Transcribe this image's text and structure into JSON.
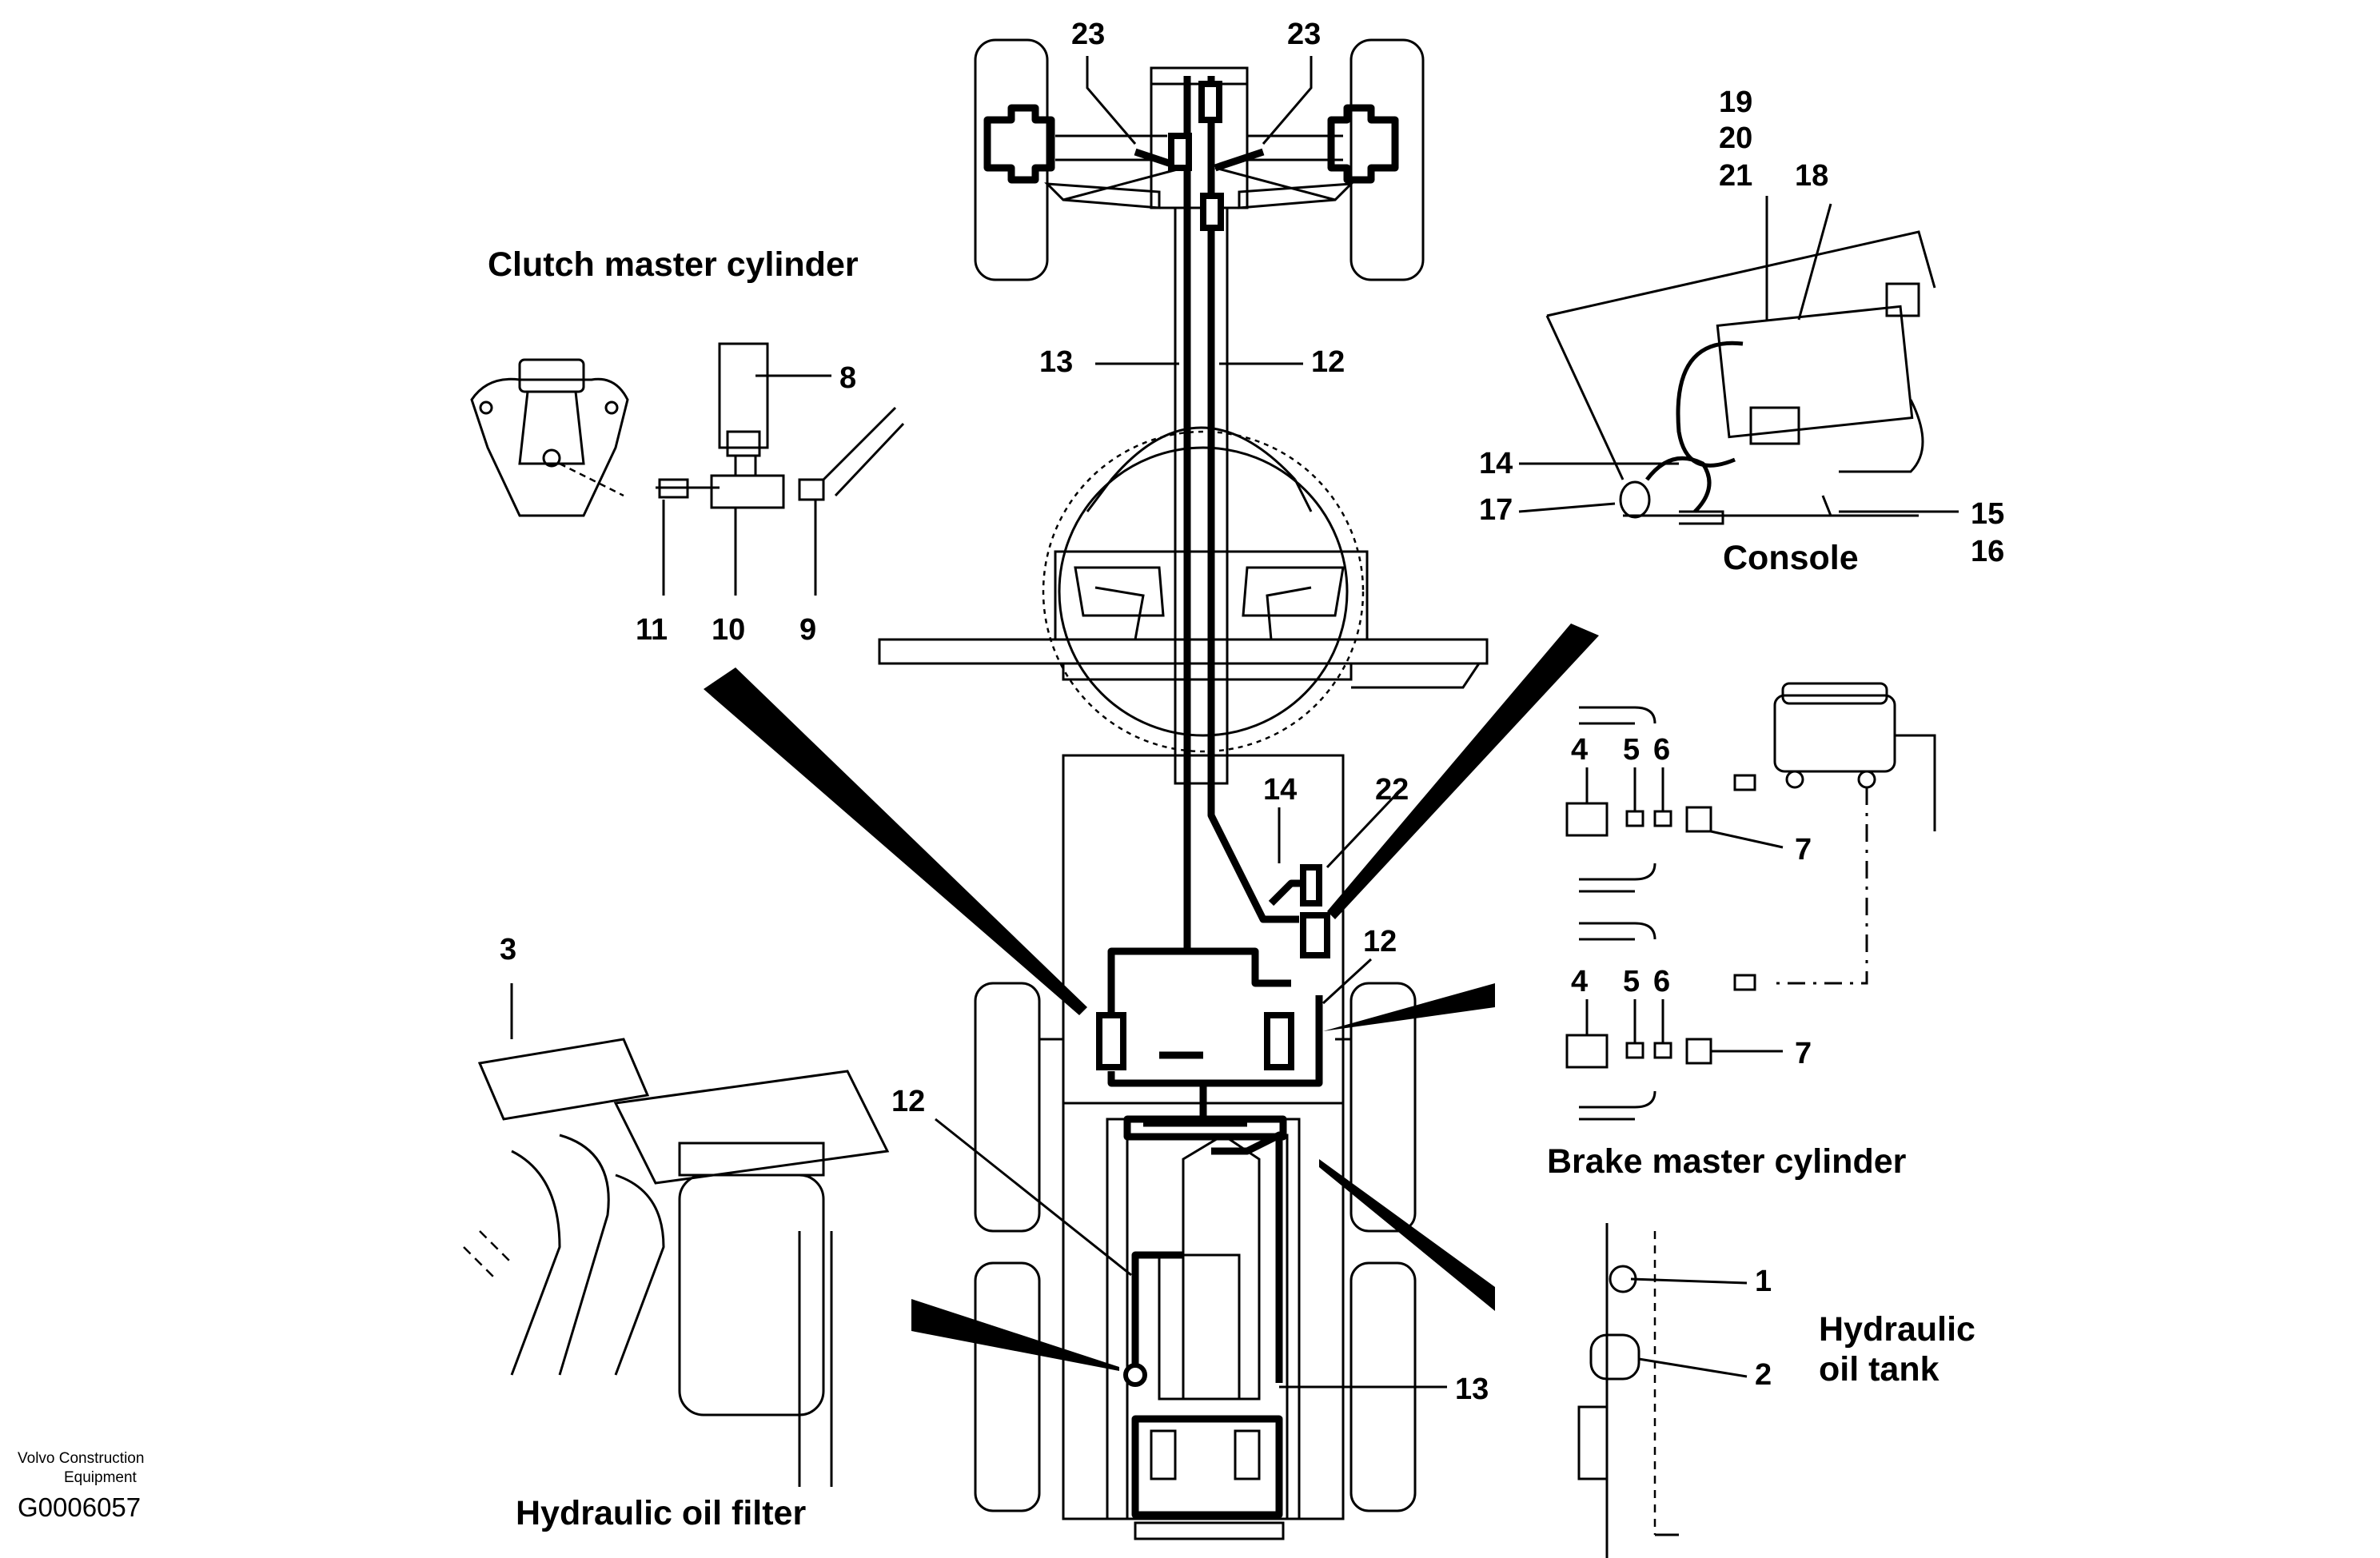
{
  "titles": {
    "clutch": "Clutch master cylinder",
    "console": "Console",
    "brake": "Brake master cylinder",
    "filter": "Hydraulic oil filter",
    "tank_line1": "Hydraulic",
    "tank_line2": "oil tank"
  },
  "footer": {
    "brand_line1": "Volvo Construction",
    "brand_line2": "Equipment",
    "figure_code": "G0006057"
  },
  "callouts": {
    "c1": "1",
    "c2": "2",
    "c3": "3",
    "c4a": "4",
    "c5a": "5",
    "c6a": "6",
    "c7a": "7",
    "c4b": "4",
    "c5b": "5",
    "c6b": "6",
    "c7b": "7",
    "c8": "8",
    "c9": "9",
    "c10": "10",
    "c11": "11",
    "c12a": "12",
    "c12b": "12",
    "c12c": "12",
    "c13a": "13",
    "c13b": "13",
    "c14a": "14",
    "c14b": "14",
    "c15": "15",
    "c16": "16",
    "c17": "17",
    "c18": "18",
    "c19": "19",
    "c20": "20",
    "c21": "21",
    "c22": "22",
    "c23a": "23",
    "c23b": "23"
  }
}
